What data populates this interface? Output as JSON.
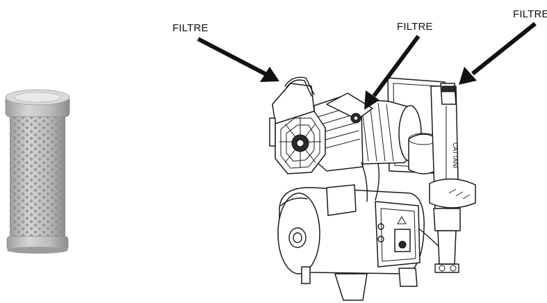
{
  "labels": {
    "left": "FILTRE",
    "center": "FILTRE",
    "right": "FILTRE"
  },
  "brand_text": "CATTANI",
  "colors": {
    "ink": "#1a1a1a",
    "filter_body": "#bdbdbd",
    "filter_holes": "#9a9a9a",
    "background": "#ffffff"
  }
}
